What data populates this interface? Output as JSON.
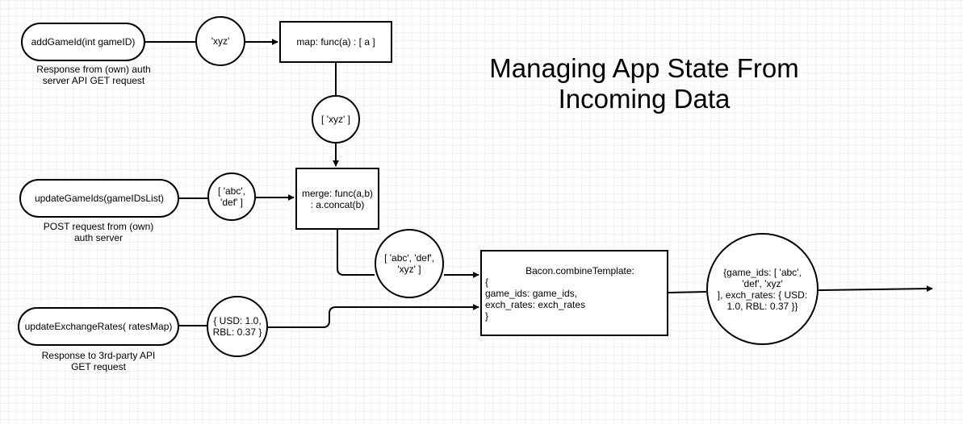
{
  "title": "Managing App State From\nIncoming Data",
  "sources": {
    "add_game_id": {
      "label": "addGameId(int gameID)",
      "caption": "Response from (own) auth\nserver API GET request"
    },
    "update_game_ids": {
      "label": "updateGameIds(gameIDsList)",
      "caption": "POST request from (own)\nauth server"
    },
    "update_exchange_rates": {
      "label": "updateExchangeRates( ratesMap)",
      "caption": "Response to 3rd-party API\nGET request"
    }
  },
  "values": {
    "xyz": "'xyz'",
    "xyz_list": "[ 'xyz' ]",
    "abc_def": "[ 'abc',\n'def' ]",
    "abc_def_xyz": "[ 'abc', 'def',\n'xyz' ]",
    "rates": "{ USD: 1.0,\nRBL: 0.37 }",
    "result": "{game_ids: [ 'abc',\n'def', 'xyz'\n], exch_rates: { USD:\n1.0, RBL: 0.37 }}"
  },
  "operators": {
    "map": "map: func(a) : [ a ]",
    "merge": "merge: func(a,b)\n: a.concat(b)",
    "combine_title": "Bacon.combineTemplate:",
    "combine_body": "{\n    game_ids: game_ids,\n    exch_rates: exch_rates\n}"
  }
}
